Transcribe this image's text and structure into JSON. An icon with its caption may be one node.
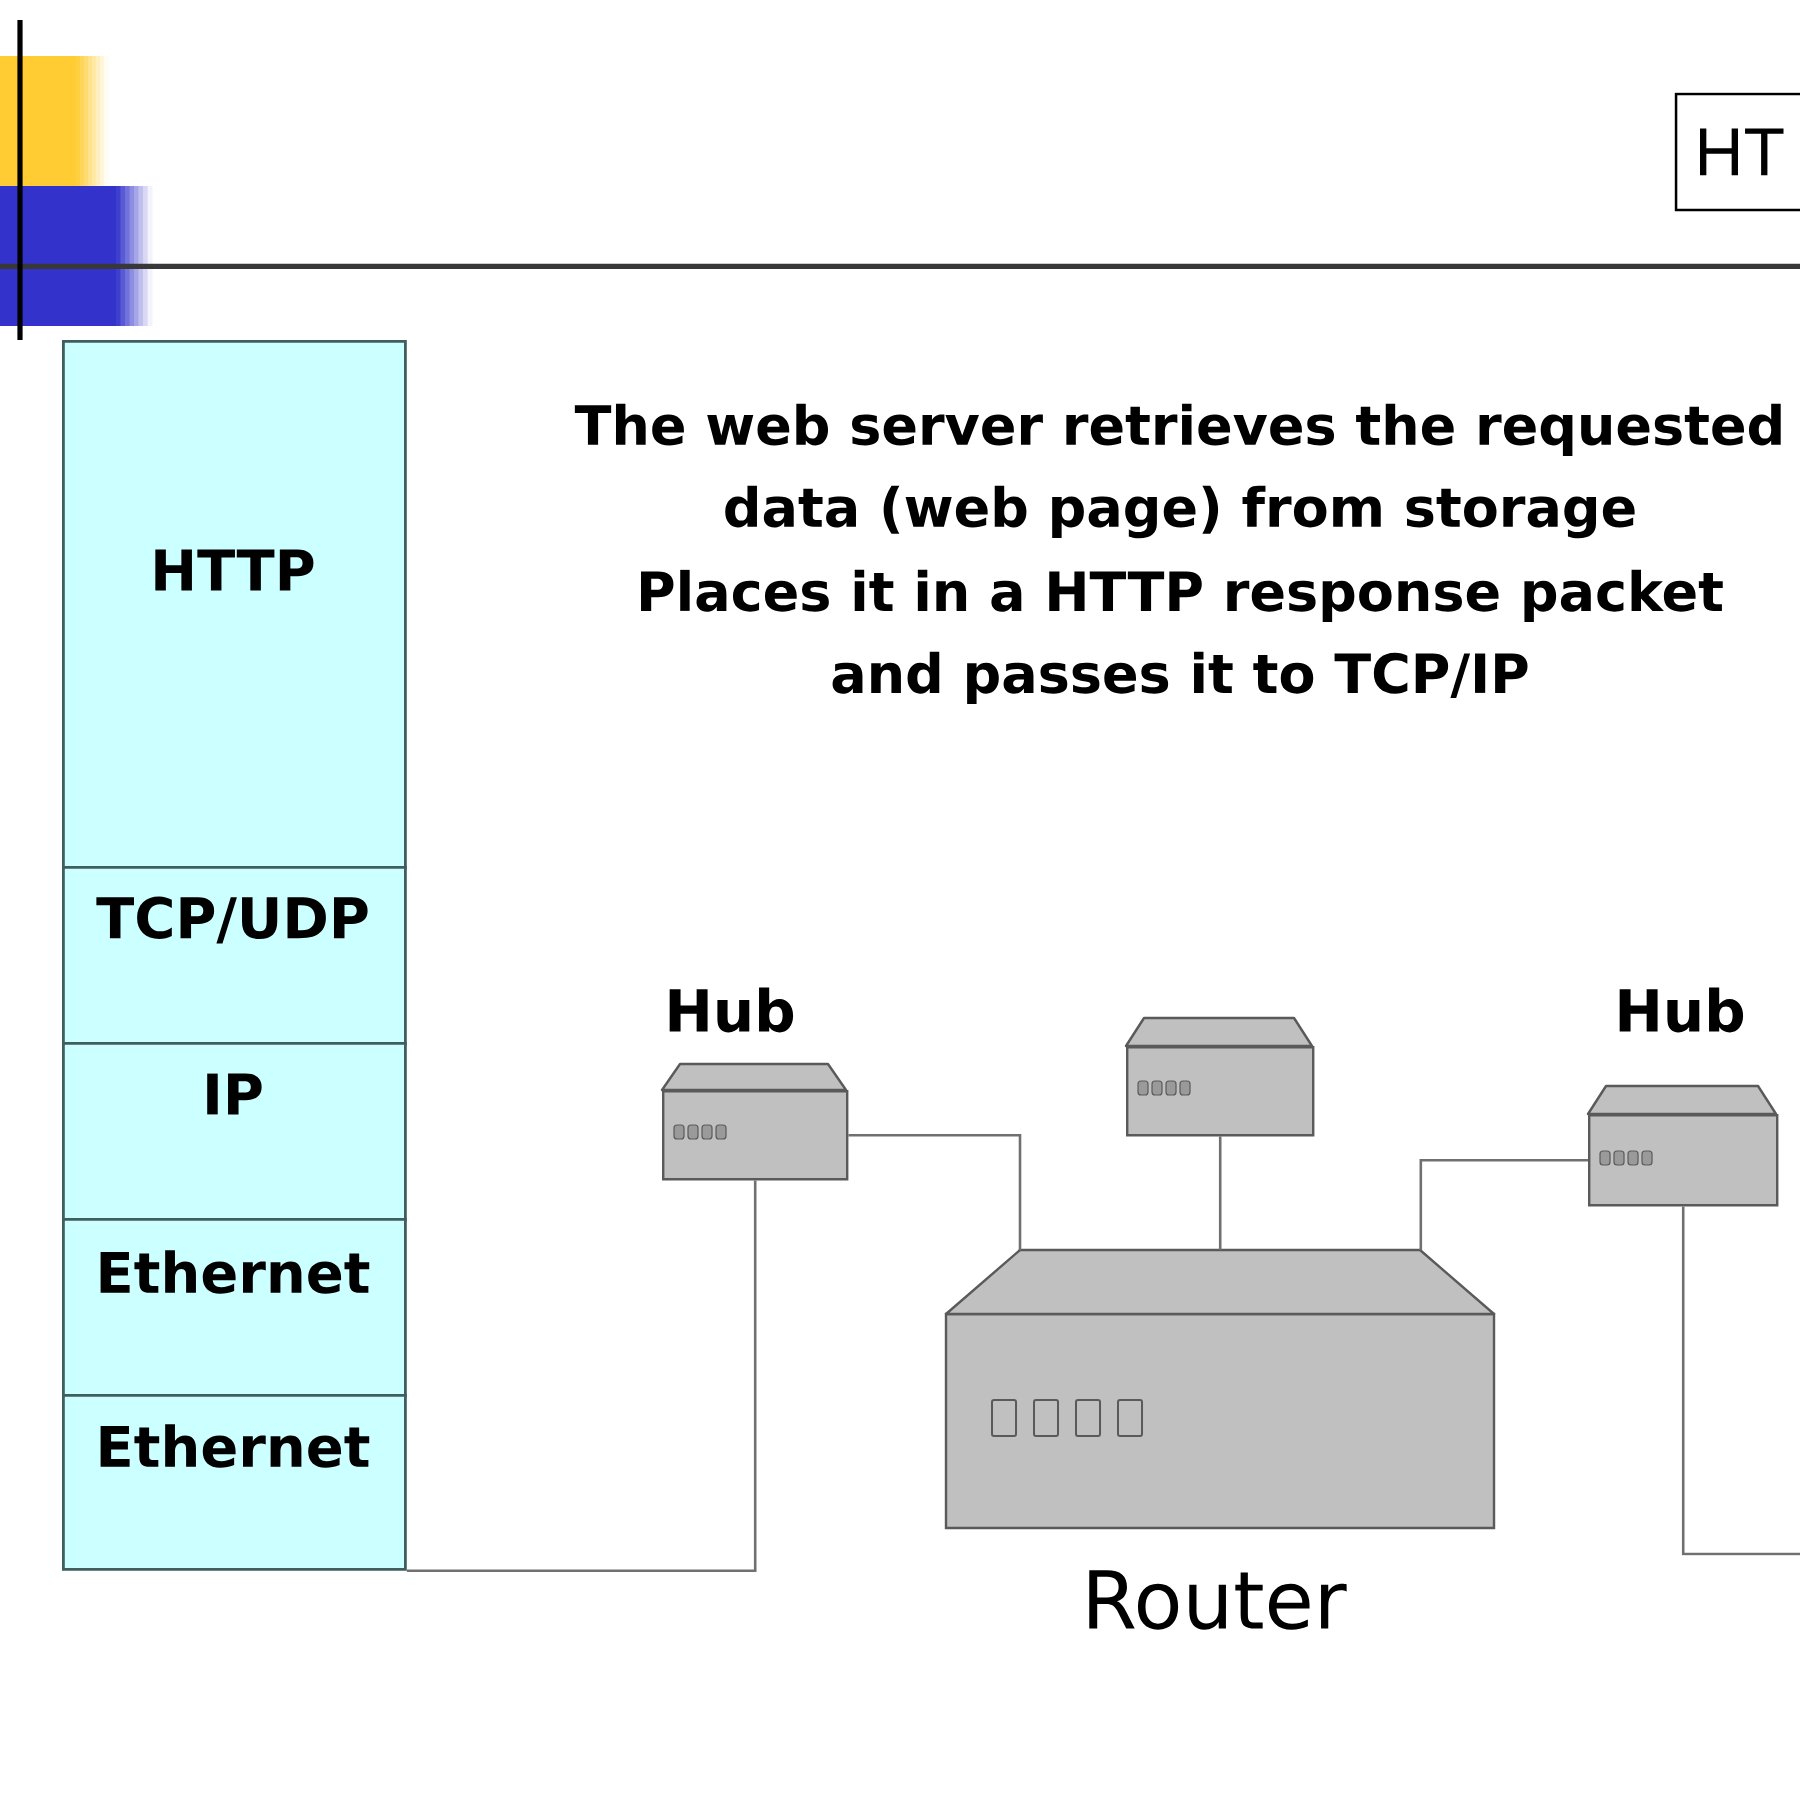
{
  "diagram": {
    "nodes": [
      {
        "text": [
          "HT"
        ]
      },
      {
        "text": [
          "HTTP"
        ]
      },
      {
        "text": [
          "TCP/UDP"
        ]
      },
      {
        "text": [
          "IP"
        ]
      },
      {
        "text": [
          "Ethernet"
        ]
      },
      {
        "text": [
          "Ethernet"
        ]
      },
      {
        "text": [
          "Hub"
        ]
      },
      {
        "text": [],
        "shape": "box"
      },
      {
        "text": [
          "Hub"
        ]
      },
      {
        "text": [
          "Router"
        ]
      }
    ],
    "edges": [
      {
        "from": 5,
        "to": 6,
        "arrow": "none"
      },
      {
        "from": 6,
        "to": 9,
        "arrow": "none"
      },
      {
        "from": 7,
        "to": 9,
        "arrow": "none"
      },
      {
        "from": 9,
        "to": 8,
        "arrow": "none"
      },
      {
        "from": 8,
        "to": null,
        "arrow": "none"
      }
    ],
    "labels": [
      "The web server retrieves the requested data (web page) from storage",
      "Places it in a HTTP response packet and passes it to TCP/IP"
    ]
  }
}
